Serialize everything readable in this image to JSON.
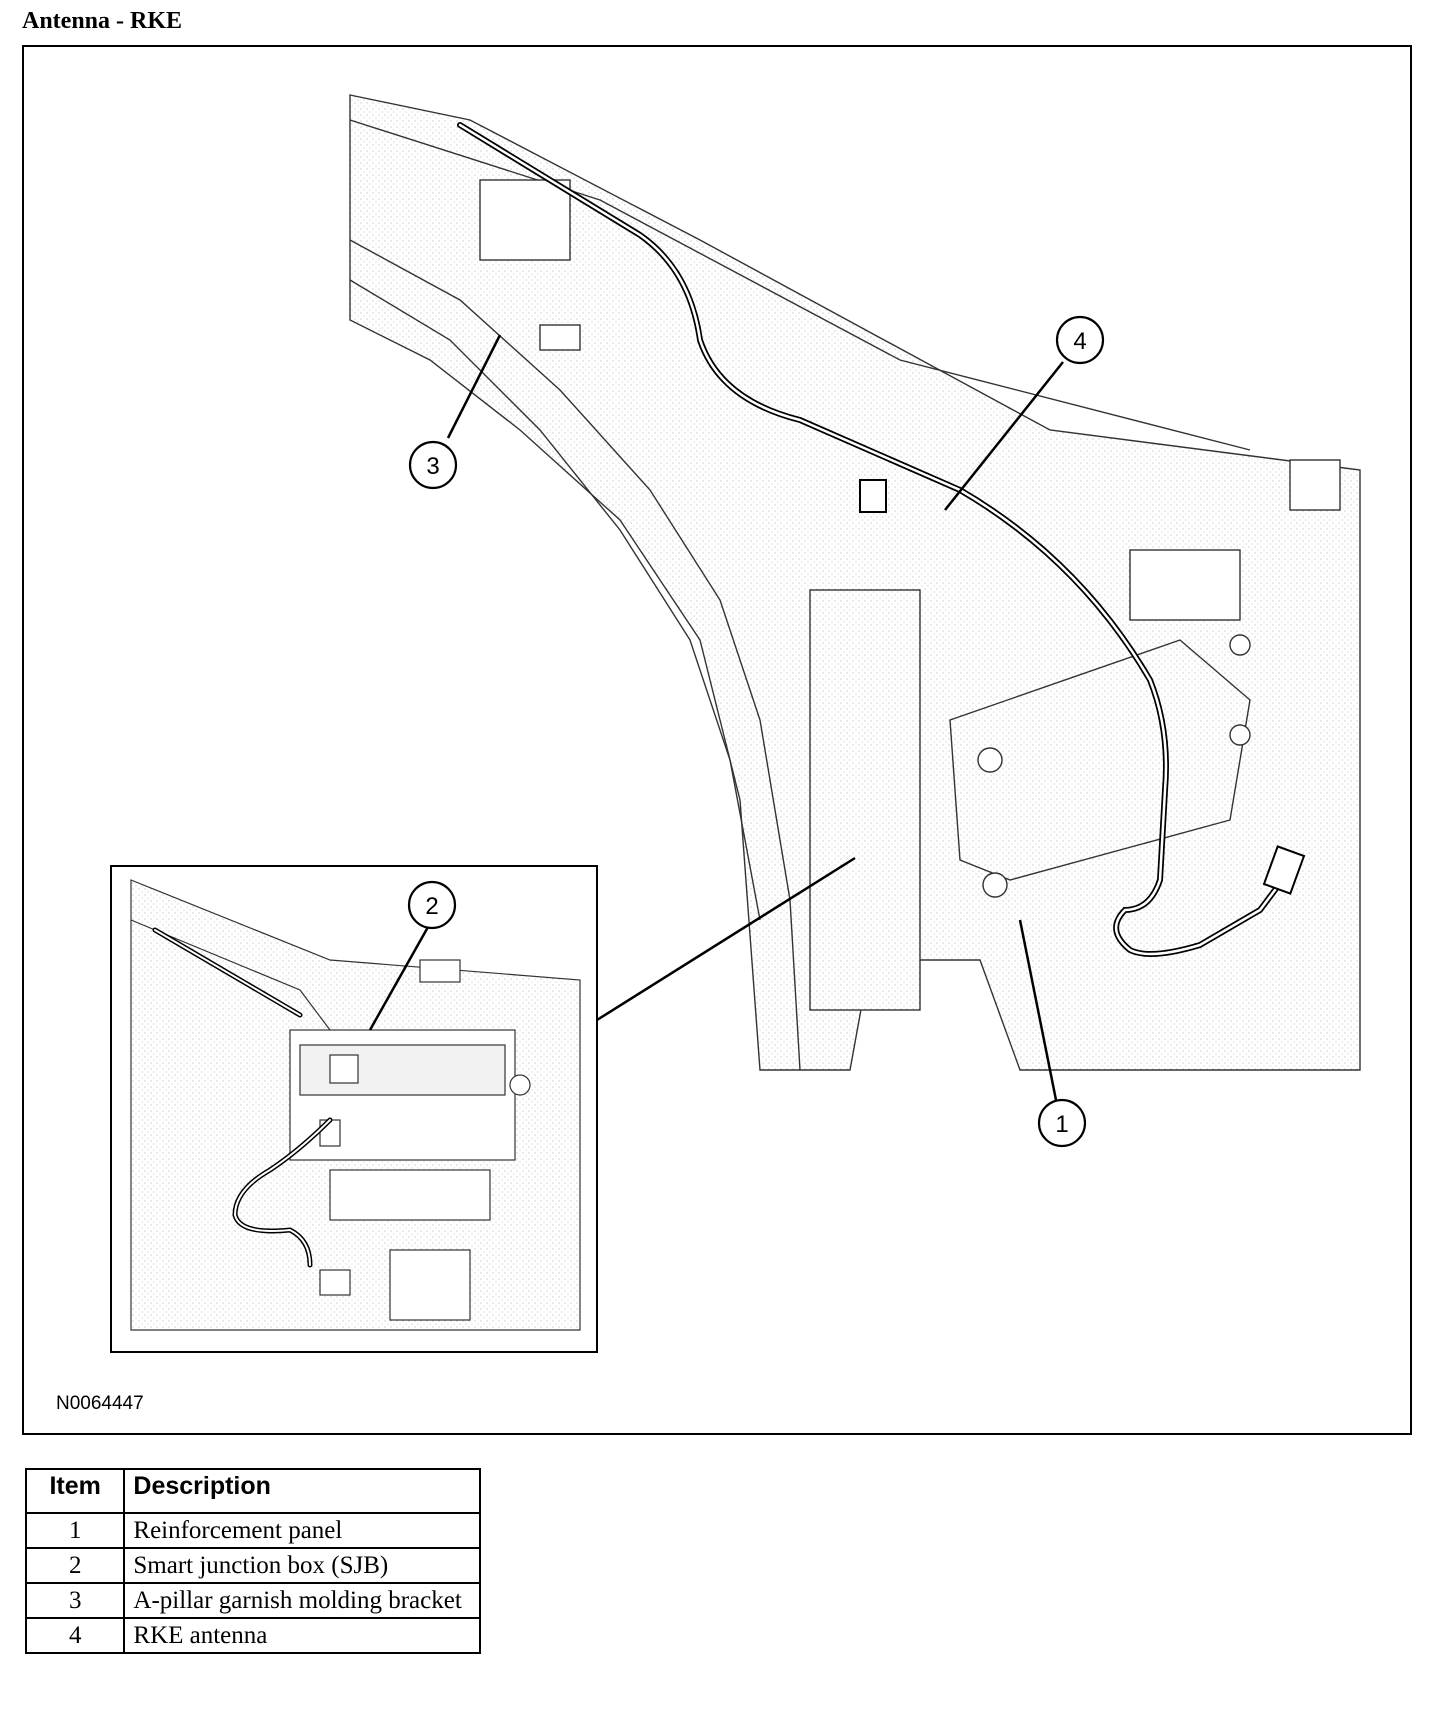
{
  "page": {
    "title": "Antenna - RKE",
    "figure_id": "N0064447"
  },
  "callouts": [
    "1",
    "2",
    "3",
    "4"
  ],
  "legend": {
    "headers": {
      "item": "Item",
      "description": "Description"
    },
    "rows": [
      {
        "item": "1",
        "description": "Reinforcement panel"
      },
      {
        "item": "2",
        "description": "Smart junction box (SJB)"
      },
      {
        "item": "3",
        "description": "A-pillar garnish molding bracket"
      },
      {
        "item": "4",
        "description": "RKE antenna"
      }
    ]
  }
}
